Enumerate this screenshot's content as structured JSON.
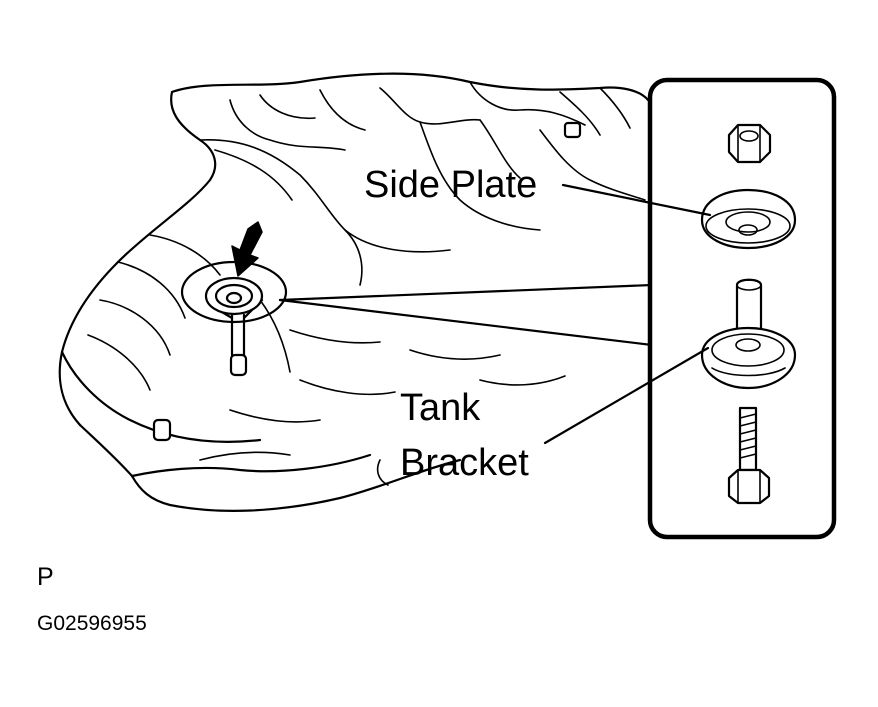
{
  "labels": {
    "side_plate": "Side Plate",
    "tank": "Tank",
    "bracket": "Bracket",
    "view_code": "P",
    "figure_id": "G02596955"
  },
  "colors": {
    "line": "#000000",
    "background": "#ffffff"
  },
  "icons": {
    "location_marker": "arrow-down-icon"
  }
}
